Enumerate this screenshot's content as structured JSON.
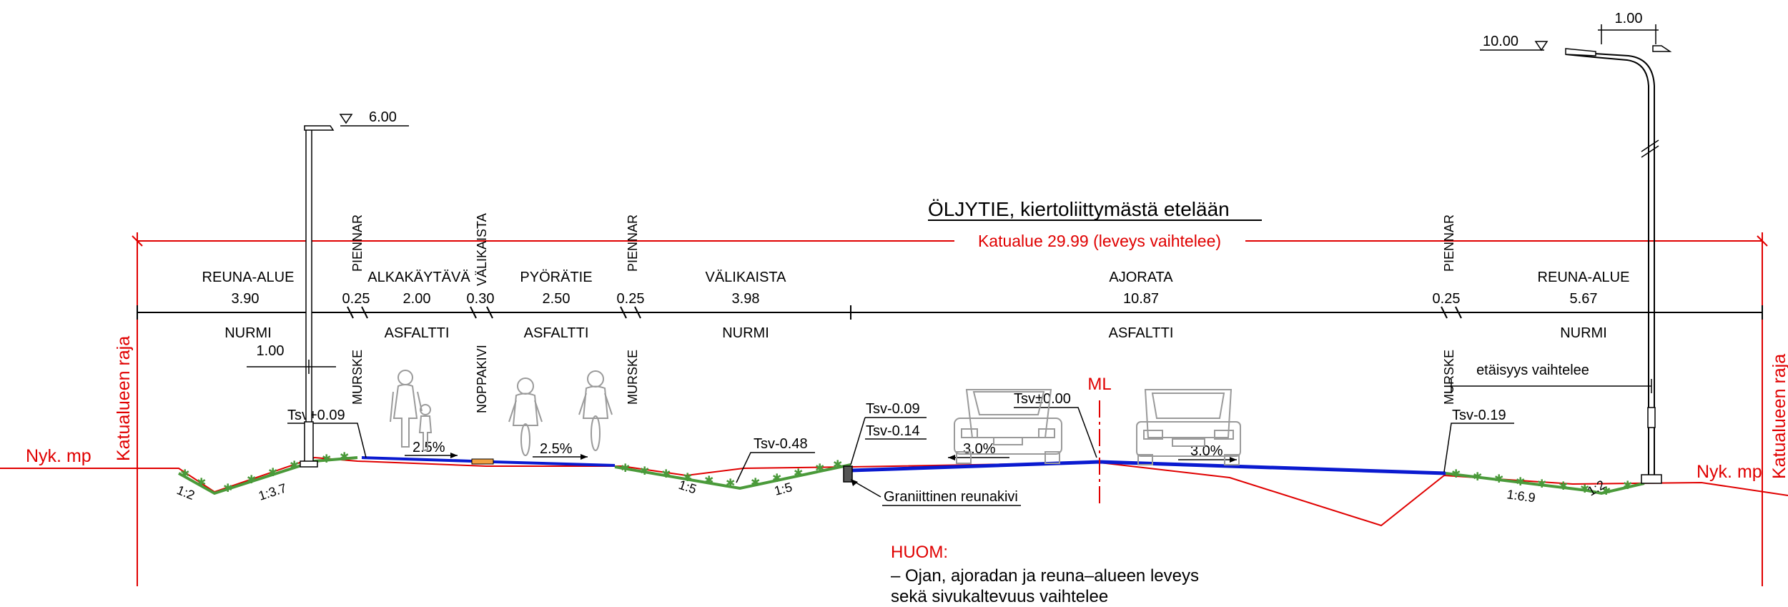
{
  "title": "ÖLJYTIE, kiertoliittymästä etelään",
  "street_area": "Katualue 29.99 (leveys vaihtelee)",
  "boundary_label": "Katualueen raja",
  "existing_ground": "Nyk. mp",
  "centerline": "ML",
  "sections": [
    {
      "name": "REUNA-ALUE",
      "width": "3.90",
      "surface": "NURMI"
    },
    {
      "name": "PIENNAR",
      "width": "0.25",
      "surface": "MURSKE"
    },
    {
      "name": "ALKAKÄYTÄVÄ",
      "width": "2.00",
      "surface": "ASFALTTI"
    },
    {
      "name": "VÄLIKAISTA",
      "width": "0.30",
      "surface": "NOPPAKIVI"
    },
    {
      "name": "PYÖRÄTIE",
      "width": "2.50",
      "surface": "ASFALTTI"
    },
    {
      "name": "PIENNAR",
      "width": "0.25",
      "surface": "MURSKE"
    },
    {
      "name": "VÄLIKAISTA",
      "width": "3.98",
      "surface": "NURMI"
    },
    {
      "name": "AJORATA",
      "width": "10.87",
      "surface": "ASFALTTI"
    },
    {
      "name": "PIENNAR",
      "width": "0.25",
      "surface": "MURSKE"
    },
    {
      "name": "REUNA-ALUE",
      "width": "5.67",
      "surface": "NURMI"
    }
  ],
  "levels": {
    "tsv_left": "Tsv+0.09",
    "tsv_mid": "Tsv-0.48",
    "tsv_curb_top": "Tsv-0.09",
    "tsv_curb_bottom": "Tsv-0.14",
    "tsv_center": "Tsv±0.00",
    "tsv_right": "Tsv-0.19"
  },
  "slopes": {
    "walk": "2.5%",
    "bike": "2.5%",
    "road_left": "3.0%",
    "road_right": "3.0%",
    "ditch1_left": "1:2",
    "ditch1_right": "1:3.7",
    "ditch2_left": "1:5",
    "ditch2_right": "1:5",
    "right_1": "1:6.9",
    "right_2": "1:2"
  },
  "lamp_left": {
    "height": "6.00",
    "offset": "1.00"
  },
  "lamp_right": {
    "height": "10.00",
    "arm": "1.00",
    "distance_note": "etäisyys vaihtelee"
  },
  "curb_label": "Graniittinen reunakivi",
  "note": {
    "title": "HUOM:",
    "line1": "– Ojan, ajoradan ja reuna–alueen leveys",
    "line2": "sekä sivukaltevuus vaihtelee"
  },
  "colors": {
    "red": "#e00000",
    "pavement": "#0a1ad0",
    "grass": "#4a9a3a"
  }
}
